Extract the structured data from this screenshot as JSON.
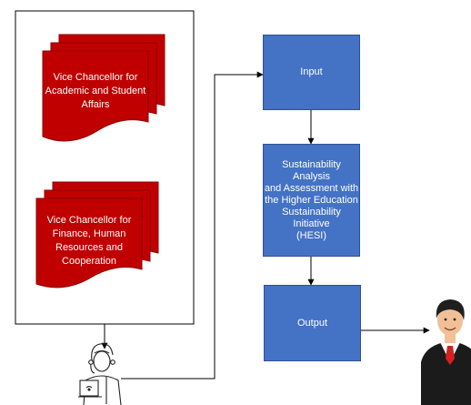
{
  "left_panel": {
    "documents": [
      {
        "label": "Vice Chancellor for\nAcademic and Student\nAffairs"
      },
      {
        "label": "Vice Chancellor for\nFinance, Human\nResources and\nCooperation"
      }
    ]
  },
  "flow": {
    "input": "Input",
    "analysis": "Sustainability Analysis\nand Assessment with\nthe Higher Education\nSustainability Initiative\n(HESI)",
    "output": "Output"
  },
  "icons": {
    "operator": "operator-with-laptop-icon",
    "recipient": "businessman-icon"
  },
  "colors": {
    "document_fill": "#c00000",
    "document_border": "#8b0000",
    "box_fill": "#4472c4",
    "box_border": "#2f528f",
    "text": "#ffffff",
    "connector": "#000000"
  }
}
